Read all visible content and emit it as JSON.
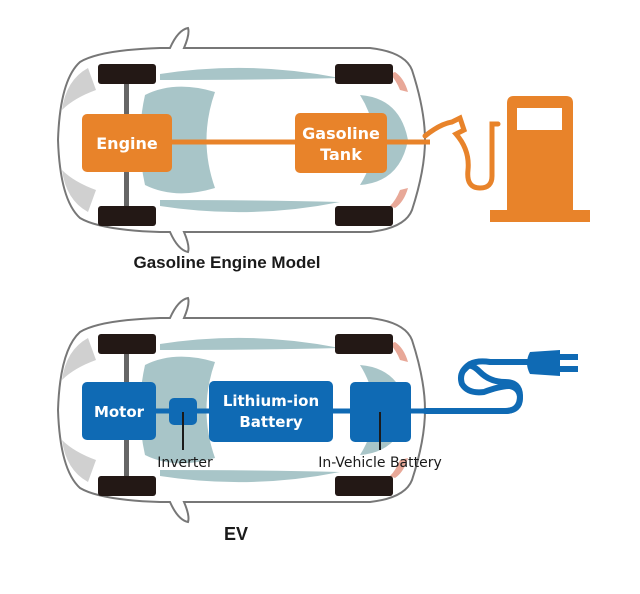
{
  "colors": {
    "gasoline": "#e8832a",
    "ev": "#0f6ab4",
    "tire": "#231815",
    "glass": "#a8c5c8",
    "body_outline": "#777777",
    "axle": "#666666",
    "lamp_front": "#d0d0d0",
    "lamp_rear": "#e8a898",
    "text": "#1a1a1a"
  },
  "gasoline_model": {
    "caption": "Gasoline Engine Model",
    "engine_label": "Engine",
    "tank_label_line1": "Gasoline",
    "tank_label_line2": "Tank",
    "pump_icon": "gas-pump-icon"
  },
  "ev_model": {
    "caption": "EV",
    "motor_label": "Motor",
    "battery_label_line1": "Lithium-ion",
    "battery_label_line2": "Battery",
    "inverter_callout": "Inverter",
    "onboard_callout": "In-Vehicle Battery",
    "plug_icon": "power-plug-icon"
  }
}
